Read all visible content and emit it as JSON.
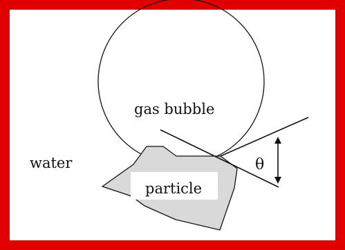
{
  "diagram": {
    "labels": {
      "gas_bubble": "gas bubble",
      "water": "water",
      "particle": "particle",
      "angle": "θ"
    },
    "colors": {
      "frame": "#e00000",
      "particle_fill": "#d9d9d9",
      "label_background": "#ffffff",
      "stroke": "#111111"
    }
  }
}
